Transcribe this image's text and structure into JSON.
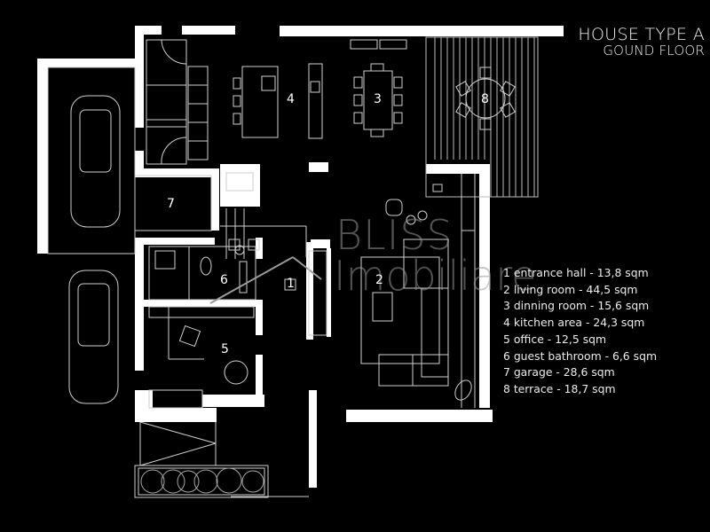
{
  "header": {
    "title": "HOUSE TYPE A",
    "subtitle": "GOUND FLOOR"
  },
  "watermark": {
    "line1": "BLISS",
    "line2": "Imobiliare"
  },
  "rooms": [
    {
      "number": "1",
      "name": "entrance hall",
      "area": "13,8 sqm",
      "legend": "1 entrance hall - 13,8 sqm"
    },
    {
      "number": "2",
      "name": "living room",
      "area": "44,5 sqm",
      "legend": "2 living room - 44,5 sqm"
    },
    {
      "number": "3",
      "name": "dinning room",
      "area": "15,6 sqm",
      "legend": "3 dinning room - 15,6 sqm"
    },
    {
      "number": "4",
      "name": "kitchen area",
      "area": "24,3 sqm",
      "legend": "4 kitchen area -  24,3 sqm"
    },
    {
      "number": "5",
      "name": "office",
      "area": "12,5 sqm",
      "legend": "5 office - 12,5 sqm"
    },
    {
      "number": "6",
      "name": "guest bathroom",
      "area": "6,6 sqm",
      "legend": "6 guest bathroom - 6,6 sqm"
    },
    {
      "number": "7",
      "name": "garage",
      "area": "28,6 sqm",
      "legend": "7 garage - 28,6 sqm"
    },
    {
      "number": "8",
      "name": "terrace",
      "area": "18,7 sqm",
      "legend": "8 terrace - 18,7 sqm"
    }
  ],
  "colors": {
    "background": "#000000",
    "walls": "#ffffff",
    "lines": "#cfcfcf",
    "watermark": "#8a8a8a"
  }
}
